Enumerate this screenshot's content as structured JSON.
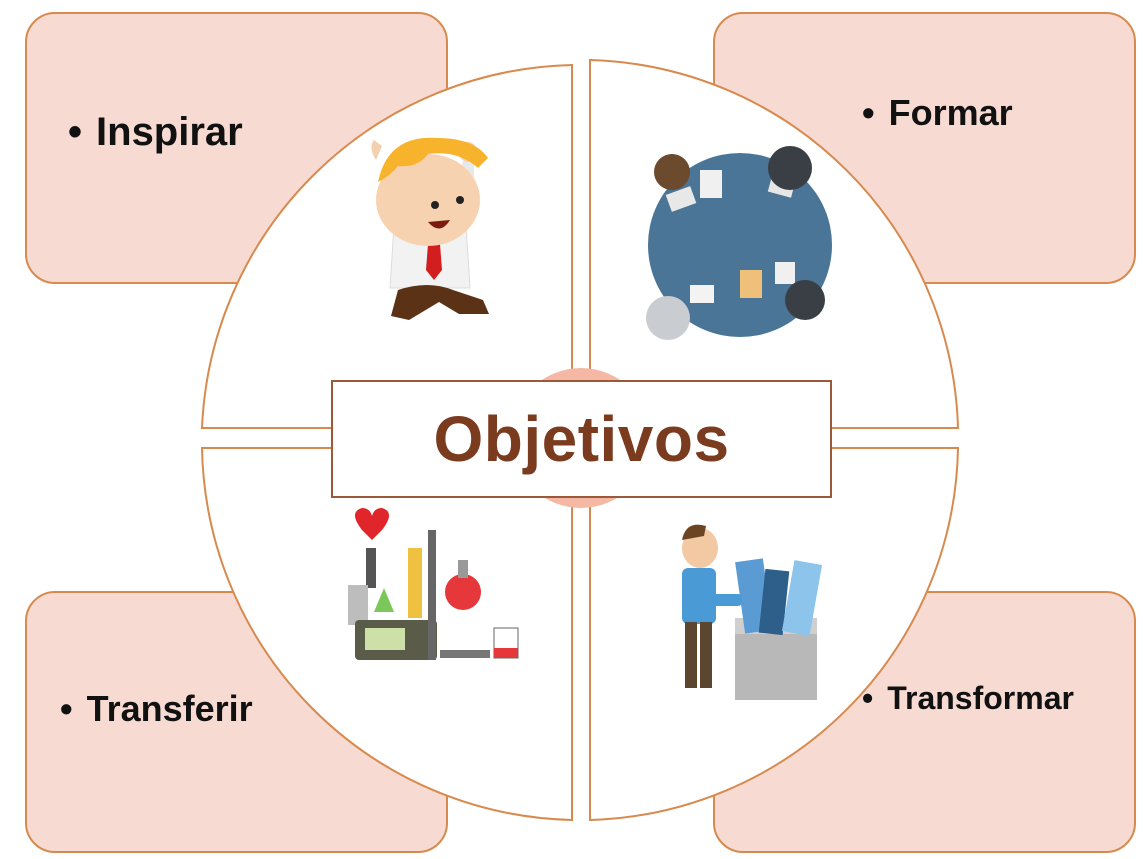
{
  "objectives": {
    "title": "Objetivos",
    "quadrants": [
      {
        "label": "Inspirar",
        "icon": "running-man-icon"
      },
      {
        "label": "Formar",
        "icon": "meeting-table-icon"
      },
      {
        "label": "Transferir",
        "icon": "laboratory-icon"
      },
      {
        "label": "Transformar",
        "icon": "man-filing-documents-icon"
      }
    ]
  },
  "colors": {
    "box_fill": "#f7dbd2",
    "box_border": "#d88a4e",
    "title_color": "#7b3b1e",
    "center_accent": "#f4b8a4"
  }
}
